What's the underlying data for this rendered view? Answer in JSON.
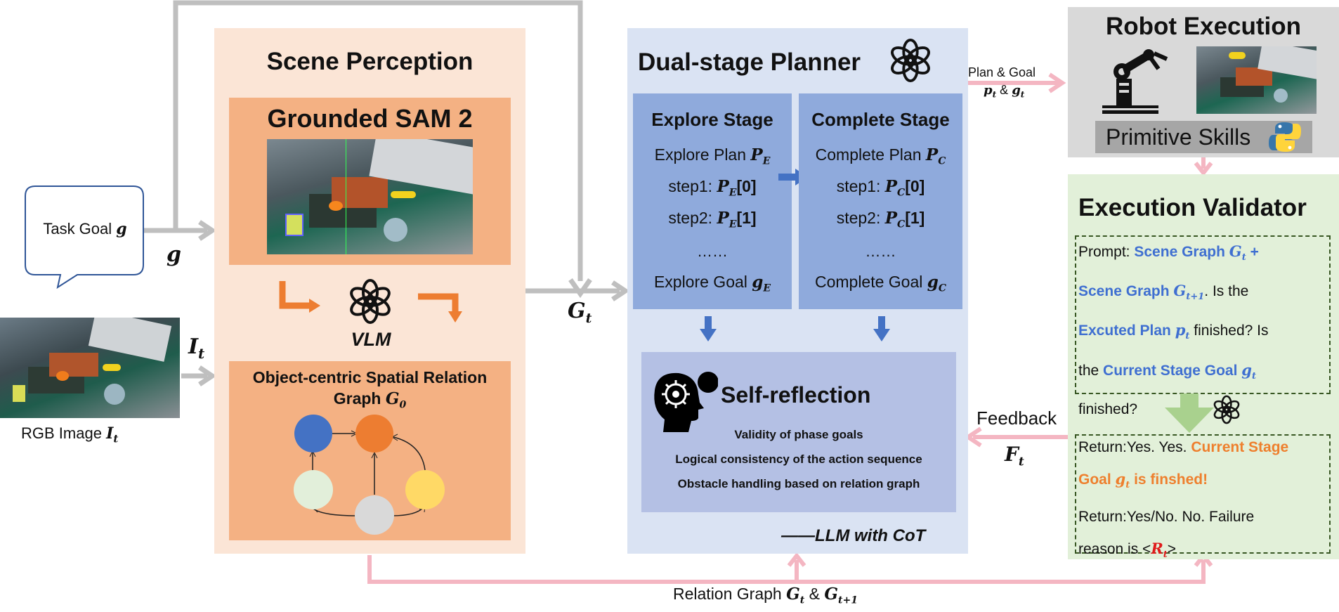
{
  "task_goal": {
    "label": "Task Goal",
    "symbol": "g",
    "edge_symbol": "g"
  },
  "rgb_image": {
    "label": "RGB Image",
    "symbol": "I",
    "sub": "t",
    "edge_symbol": "I",
    "edge_sub": "t"
  },
  "scene_perception": {
    "title": "Scene Perception",
    "sam": "Grounded SAM 2",
    "vlm": "VLM",
    "graph_title_1": "Object-centric Spatial Relation",
    "graph_title_2": "Graph",
    "graph_symbol": "G",
    "graph_sub": "0",
    "node_colors": [
      "#4472c4",
      "#ed7d31",
      "#e2efda",
      "#ffd966",
      "#d9d9d9"
    ]
  },
  "gt_edge": {
    "symbol": "G",
    "sub": "t"
  },
  "planner": {
    "title": "Dual-stage Planner",
    "explore": {
      "title": "Explore Stage",
      "plan": "Explore Plan",
      "plan_sym": "P",
      "plan_sub": "E",
      "step1": "step1:",
      "step1_idx": "[0]",
      "step2": "step2:",
      "step2_idx": "[1]",
      "dots": "……",
      "goal": "Explore Goal",
      "goal_sym": "g",
      "goal_sub": "E"
    },
    "complete": {
      "title": "Complete Stage",
      "plan": "Complete Plan",
      "plan_sym": "P",
      "plan_sub": "C",
      "step1": "step1:",
      "step1_idx": "[0]",
      "step2": "step2:",
      "step2_idx": "[1]",
      "dots": "……",
      "goal": "Complete Goal",
      "goal_sym": "g",
      "goal_sub": "C"
    },
    "reflection": {
      "title": "Self-reflection",
      "items": [
        "Validity of phase goals",
        "Logical consistency of the action sequence",
        "Obstacle handling based on relation graph"
      ]
    },
    "llm": "——LLM with CoT"
  },
  "plan_goal_edge": {
    "label": "Plan & Goal",
    "p": "p",
    "g": "g",
    "sub": "t",
    "amp": "&"
  },
  "robot": {
    "title": "Robot Execution",
    "skills": "Primitive Skills"
  },
  "validator": {
    "title": "Execution Validator",
    "prompt_lead": "Prompt:",
    "sg1": "Scene Graph",
    "sg1_sym": "G",
    "sg1_sub": "t",
    "plus": "+",
    "sg2": "Scene Graph",
    "sg2_sym": "G",
    "sg2_sub": "t+1",
    "is_the": ". Is the",
    "plan_label": "Excuted Plan",
    "plan_sym": "p",
    "plan_sub": "t",
    "finished_is": "finished?  Is",
    "the": "the",
    "goal_label": "Current Stage Goal",
    "goal_sym": "g",
    "goal_sub": "t",
    "finished": "finished?",
    "return1_lead": "Return:Yes. Yes.",
    "return1_hl": "Current Stage",
    "return1_goal": "Goal",
    "return1_sym": "g",
    "return1_sub": "t",
    "return1_end": "is finshed!",
    "return2_a": "Return:Yes/No. No. Failure",
    "return2_b": "reason is <",
    "return2_sym": "R",
    "return2_sub": "t",
    "return2_close": ">"
  },
  "feedback": {
    "label": "Feedback",
    "symbol": "F",
    "sub": "t"
  },
  "relation_graph": {
    "label": "Relation Graph",
    "g1": "G",
    "g1_sub": "t",
    "amp": "&",
    "g2": "G",
    "g2_sub": "t+1"
  },
  "colors": {
    "gray_arrow": "#bfbfbf",
    "pink_arrow": "#f4b6c2",
    "perception_bg": "#fbe5d6",
    "perception_box": "#f4b183",
    "planner_bg": "#dae3f3",
    "stage_box": "#8faadc",
    "reflection_bg": "#b4c0e4",
    "robot_bg": "#d9d9d9",
    "validator_bg": "#e2f0d9",
    "blue_arrow": "#4472c4",
    "orange_arrow": "#ed7d31",
    "green_arrow": "#a9d18e"
  }
}
